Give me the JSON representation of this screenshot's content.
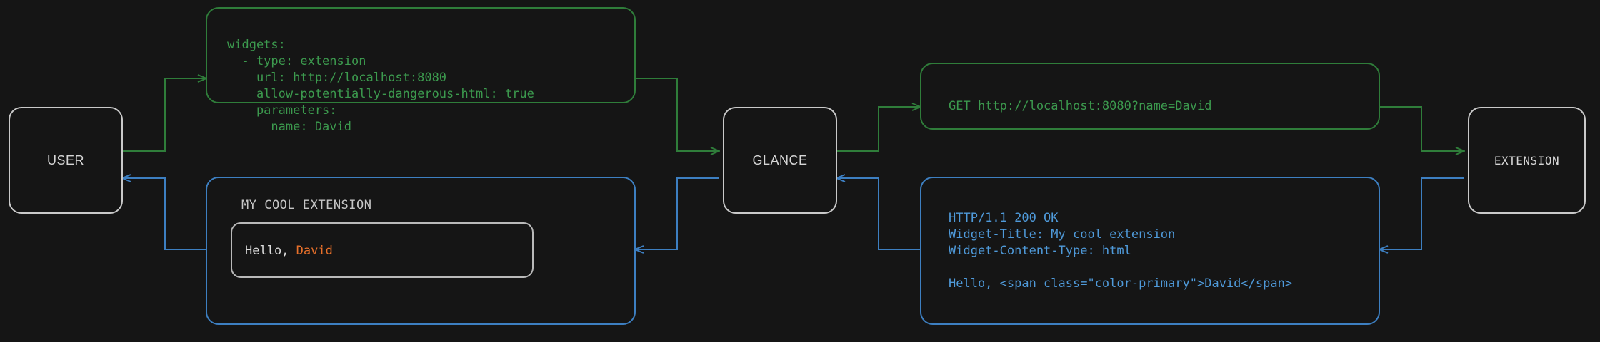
{
  "theme": {
    "background": "#151515",
    "node_border": "#c9c9c9",
    "node_text": "#d6d6d6",
    "request_color": "#3c9a4e",
    "response_color": "#4f9ada",
    "accent_color": "#e8702a",
    "widget_card_border": "#b9b9b9"
  },
  "nodes": {
    "user": {
      "label": "USER"
    },
    "glance": {
      "label": "GLANCE"
    },
    "extension": {
      "label": "EXTENSION"
    }
  },
  "panels": {
    "config": {
      "kind": "yaml-config",
      "color": "#3c9a4e",
      "text": "widgets:\n  - type: extension\n    url: http://localhost:8080\n    allow-potentially-dangerous-html: true\n    parameters:\n      name: David"
    },
    "request": {
      "kind": "http-request",
      "color": "#3c9a4e",
      "text": "GET http://localhost:8080?name=David"
    },
    "response": {
      "kind": "http-response",
      "color": "#4f9ada",
      "text": "HTTP/1.1 200 OK\nWidget-Title: My cool extension\nWidget-Content-Type: html\n\nHello, <span class=\"color-primary\">David</span>"
    },
    "rendered_widget": {
      "kind": "rendered-widget",
      "color": "#4f9ada",
      "title": "MY COOL EXTENSION",
      "body_prefix": "Hello, ",
      "body_accent": "David"
    }
  },
  "connectors": [
    {
      "name": "user-to-config",
      "direction": "right",
      "color": "#2f7d3a"
    },
    {
      "name": "config-to-glance",
      "direction": "right",
      "color": "#2f7d3a"
    },
    {
      "name": "glance-to-request",
      "direction": "right",
      "color": "#2f7d3a"
    },
    {
      "name": "request-to-extension",
      "direction": "right",
      "color": "#2f7d3a"
    },
    {
      "name": "extension-to-response",
      "direction": "left",
      "color": "#3d7fc1"
    },
    {
      "name": "response-to-glance",
      "direction": "left",
      "color": "#3d7fc1"
    },
    {
      "name": "glance-to-rendered-widget",
      "direction": "left",
      "color": "#3d7fc1"
    },
    {
      "name": "rendered-widget-to-user",
      "direction": "left",
      "color": "#3d7fc1"
    }
  ]
}
